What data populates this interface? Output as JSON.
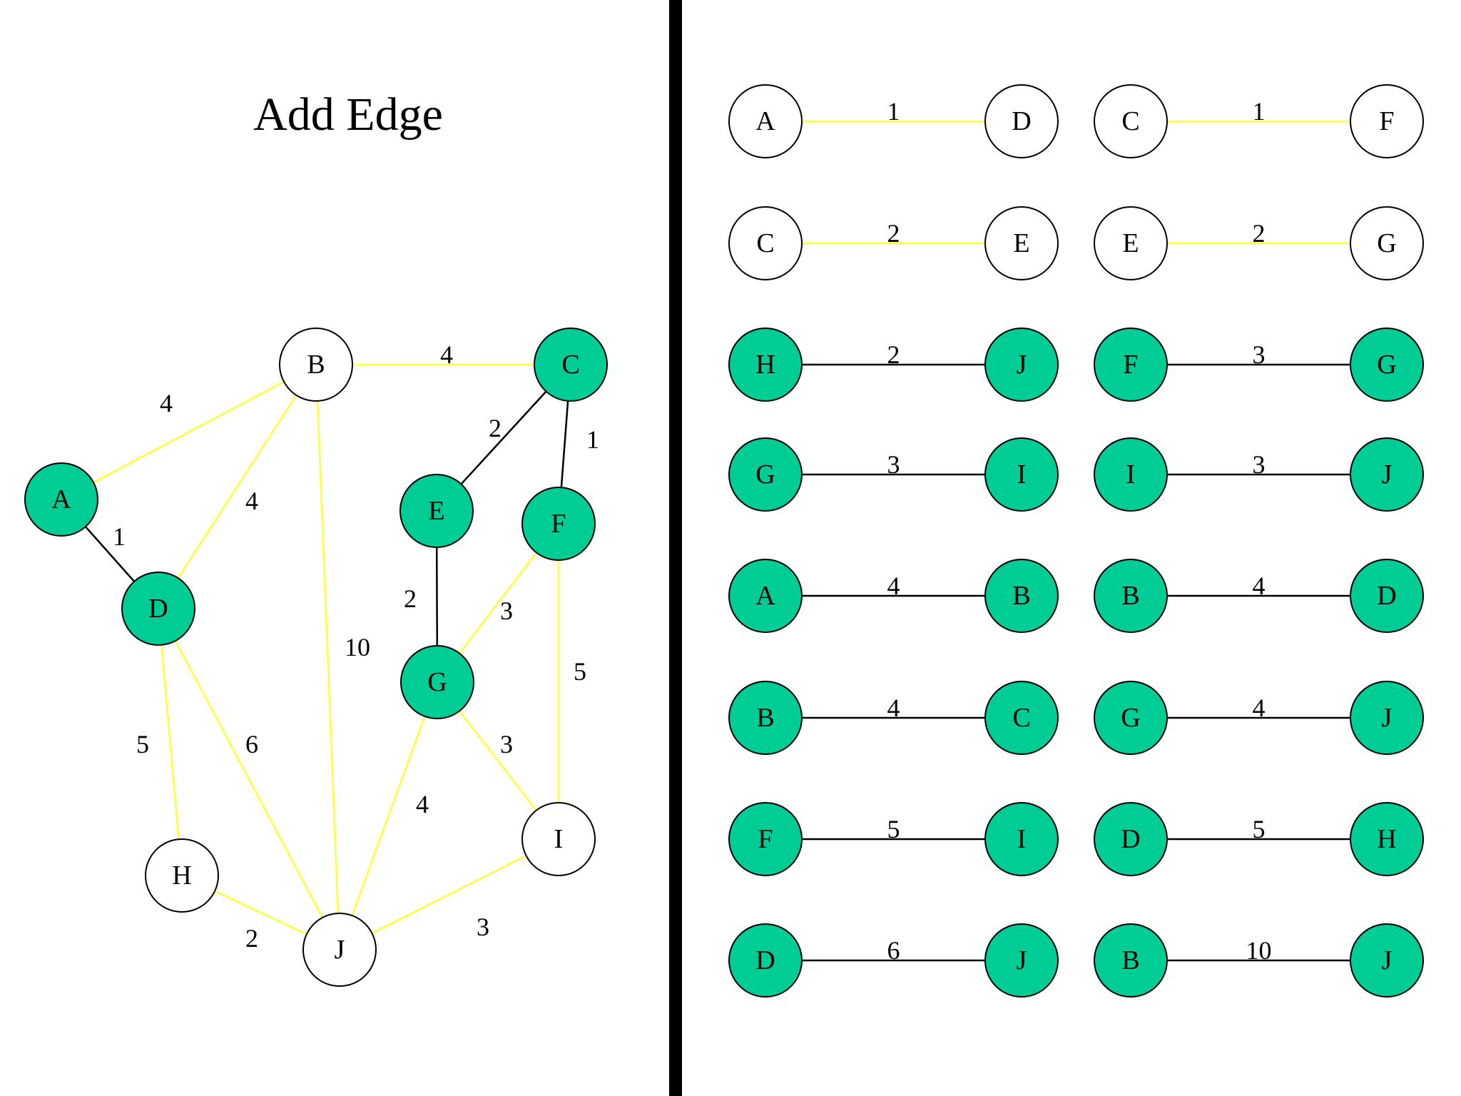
{
  "title": "Add Edge",
  "colors": {
    "background": "#ffffff",
    "visited_node": "#00cc96",
    "unvisited_node": "#ffffff",
    "node_stroke": "#000000",
    "tree_edge": "#000000",
    "candidate_edge": "#ffff33",
    "divider": "#000000"
  },
  "graph": {
    "nodes": [
      {
        "id": "A",
        "visited": true
      },
      {
        "id": "B",
        "visited": false
      },
      {
        "id": "C",
        "visited": true
      },
      {
        "id": "D",
        "visited": true
      },
      {
        "id": "E",
        "visited": true
      },
      {
        "id": "F",
        "visited": true
      },
      {
        "id": "G",
        "visited": true
      },
      {
        "id": "H",
        "visited": false
      },
      {
        "id": "I",
        "visited": false
      },
      {
        "id": "J",
        "visited": false
      }
    ],
    "edges": [
      {
        "from": "A",
        "to": "B",
        "weight": "4",
        "in_tree": false
      },
      {
        "from": "A",
        "to": "D",
        "weight": "1",
        "in_tree": true
      },
      {
        "from": "B",
        "to": "C",
        "weight": "4",
        "in_tree": false
      },
      {
        "from": "B",
        "to": "D",
        "weight": "4",
        "in_tree": false
      },
      {
        "from": "B",
        "to": "J",
        "weight": "10",
        "in_tree": false
      },
      {
        "from": "C",
        "to": "E",
        "weight": "2",
        "in_tree": true
      },
      {
        "from": "C",
        "to": "F",
        "weight": "1",
        "in_tree": true
      },
      {
        "from": "D",
        "to": "H",
        "weight": "5",
        "in_tree": false
      },
      {
        "from": "D",
        "to": "J",
        "weight": "6",
        "in_tree": false
      },
      {
        "from": "E",
        "to": "G",
        "weight": "2",
        "in_tree": true
      },
      {
        "from": "F",
        "to": "G",
        "weight": "3",
        "in_tree": false
      },
      {
        "from": "F",
        "to": "I",
        "weight": "5",
        "in_tree": false
      },
      {
        "from": "G",
        "to": "I",
        "weight": "3",
        "in_tree": false
      },
      {
        "from": "G",
        "to": "J",
        "weight": "4",
        "in_tree": false
      },
      {
        "from": "H",
        "to": "J",
        "weight": "2",
        "in_tree": false
      },
      {
        "from": "I",
        "to": "J",
        "weight": "3",
        "in_tree": false
      }
    ]
  },
  "edge_list": [
    {
      "from": "A",
      "to": "D",
      "weight": "1",
      "from_visited": false,
      "to_visited": false,
      "in_tree": false
    },
    {
      "from": "C",
      "to": "F",
      "weight": "1",
      "from_visited": false,
      "to_visited": false,
      "in_tree": false
    },
    {
      "from": "C",
      "to": "E",
      "weight": "2",
      "from_visited": false,
      "to_visited": false,
      "in_tree": false
    },
    {
      "from": "E",
      "to": "G",
      "weight": "2",
      "from_visited": false,
      "to_visited": false,
      "in_tree": false
    },
    {
      "from": "H",
      "to": "J",
      "weight": "2",
      "from_visited": true,
      "to_visited": true,
      "in_tree": true
    },
    {
      "from": "F",
      "to": "G",
      "weight": "3",
      "from_visited": true,
      "to_visited": true,
      "in_tree": true
    },
    {
      "from": "G",
      "to": "I",
      "weight": "3",
      "from_visited": true,
      "to_visited": true,
      "in_tree": true
    },
    {
      "from": "I",
      "to": "J",
      "weight": "3",
      "from_visited": true,
      "to_visited": true,
      "in_tree": true
    },
    {
      "from": "A",
      "to": "B",
      "weight": "4",
      "from_visited": true,
      "to_visited": true,
      "in_tree": true
    },
    {
      "from": "B",
      "to": "D",
      "weight": "4",
      "from_visited": true,
      "to_visited": true,
      "in_tree": true
    },
    {
      "from": "B",
      "to": "C",
      "weight": "4",
      "from_visited": true,
      "to_visited": true,
      "in_tree": true
    },
    {
      "from": "G",
      "to": "J",
      "weight": "4",
      "from_visited": true,
      "to_visited": true,
      "in_tree": true
    },
    {
      "from": "F",
      "to": "I",
      "weight": "5",
      "from_visited": true,
      "to_visited": true,
      "in_tree": true
    },
    {
      "from": "D",
      "to": "H",
      "weight": "5",
      "from_visited": true,
      "to_visited": true,
      "in_tree": true
    },
    {
      "from": "D",
      "to": "J",
      "weight": "6",
      "from_visited": true,
      "to_visited": true,
      "in_tree": true
    },
    {
      "from": "B",
      "to": "J",
      "weight": "10",
      "from_visited": true,
      "to_visited": true,
      "in_tree": true
    }
  ]
}
